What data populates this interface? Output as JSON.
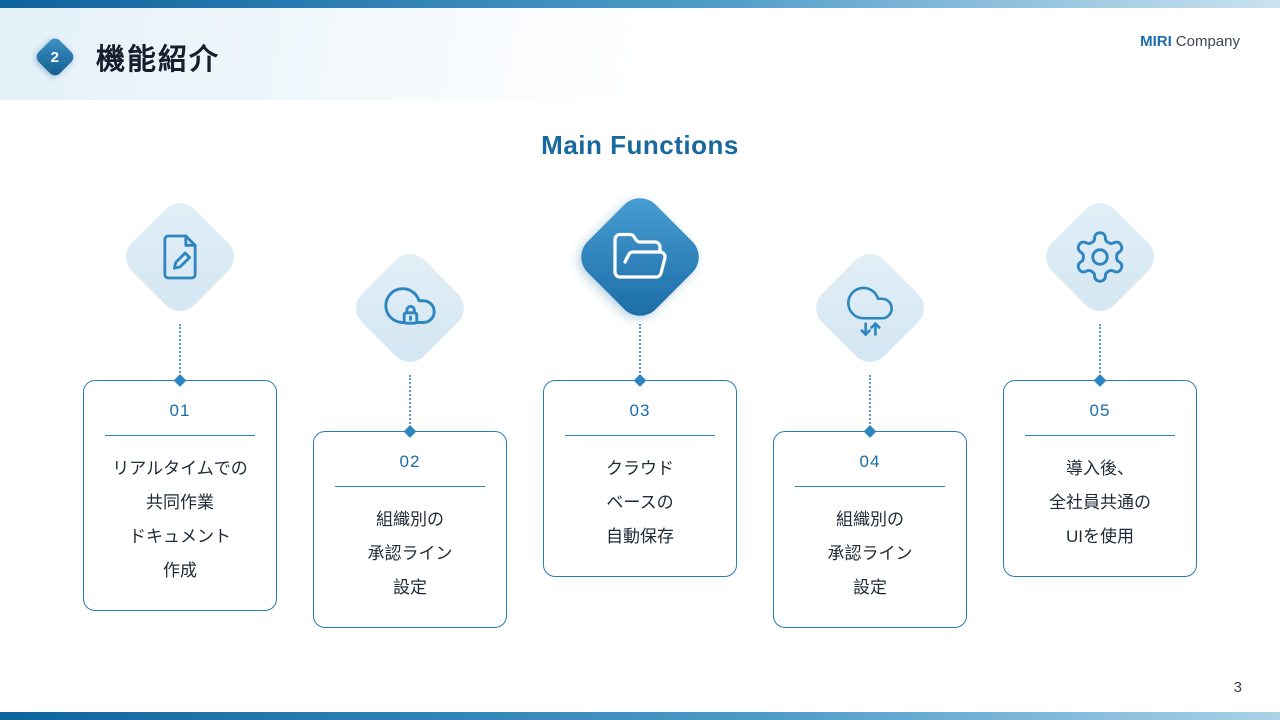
{
  "slide": {
    "badge_number": "2",
    "header_title": "機能紹介",
    "logo": {
      "bold": "MIRI",
      "regular": "Company"
    },
    "main_title": "Main Functions",
    "page_number": "3"
  },
  "functions": [
    {
      "number": "01",
      "icon": "document-edit-icon",
      "highlighted": false,
      "lines": [
        "リアルタイムでの",
        "共同作業",
        "ドキュメント",
        "作成"
      ]
    },
    {
      "number": "02",
      "icon": "cloud-lock-icon",
      "highlighted": false,
      "lines": [
        "組織別の",
        "承認ライン",
        "設定"
      ]
    },
    {
      "number": "03",
      "icon": "folder-open-icon",
      "highlighted": true,
      "lines": [
        "クラウド",
        "ベースの",
        "自動保存"
      ]
    },
    {
      "number": "04",
      "icon": "cloud-sync-icon",
      "highlighted": false,
      "lines": [
        "組織別の",
        "承認ライン",
        "設定"
      ]
    },
    {
      "number": "05",
      "icon": "gear-icon",
      "highlighted": false,
      "lines": [
        "導入後、",
        "全社員共通の",
        "UIを使用"
      ]
    }
  ],
  "colors": {
    "accent": "#2e86c1",
    "accent_dark": "#1b6ca8",
    "diamond_bg": "#dcebf4",
    "highlight_gradient_start": "#49a0d5",
    "highlight_gradient_end": "#1a6aa3"
  }
}
